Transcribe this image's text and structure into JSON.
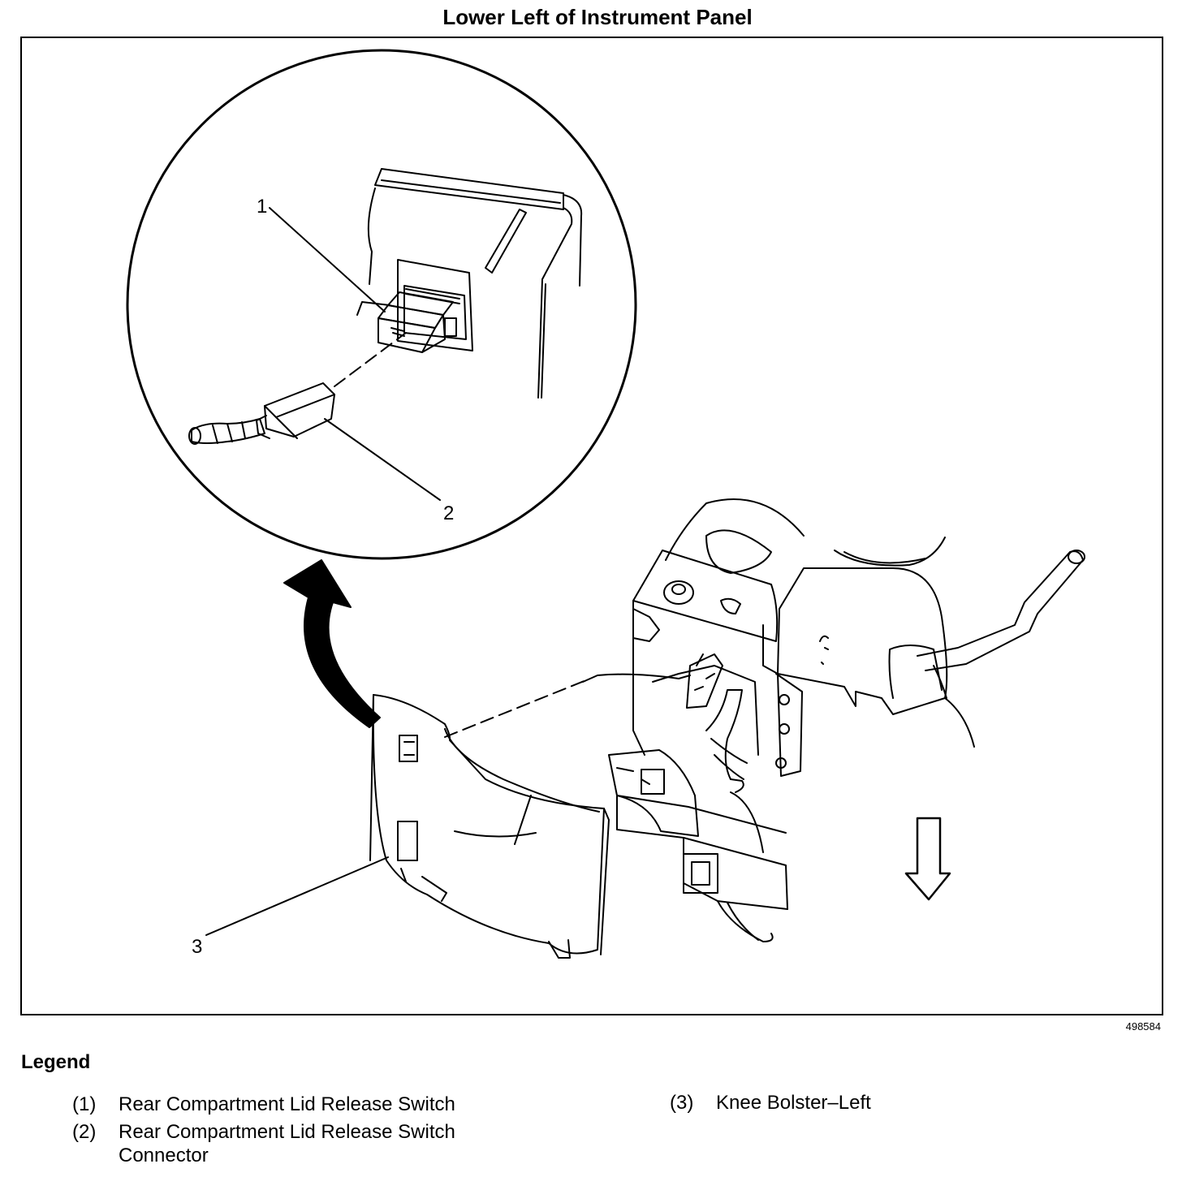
{
  "title": "Lower Left of Instrument Panel",
  "figure_id": "498584",
  "callouts": [
    "1",
    "2",
    "3"
  ],
  "legend": {
    "heading": "Legend",
    "items": [
      {
        "number": "(1)",
        "text": "Rear Compartment Lid Release Switch"
      },
      {
        "number": "(2)",
        "text": "Rear Compartment Lid Release Switch Connector"
      },
      {
        "number": "(3)",
        "text": "Knee Bolster–Left"
      }
    ]
  }
}
